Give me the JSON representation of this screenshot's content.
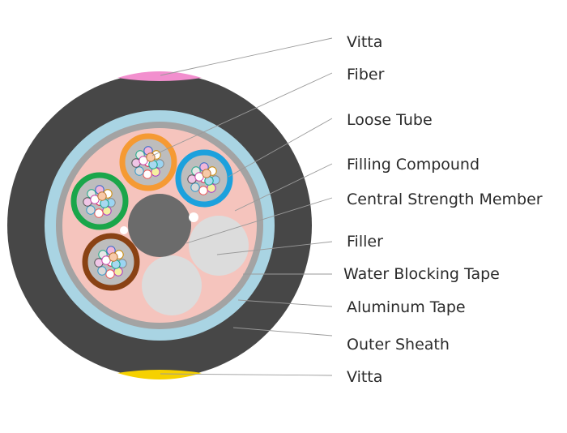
{
  "labels": {
    "vitta_top": "Vitta",
    "fiber": "Fiber",
    "loose_tube": "Loose Tube",
    "filling_compound": "Filling Compound",
    "central_strength_member": "Central Strength Member",
    "filler": "Filler",
    "water_blocking_tape": "Water Blocking Tape",
    "aluminum_tape": "Aluminum Tape",
    "outer_sheath": "Outer Sheath",
    "vitta_bottom": "Vitta"
  },
  "colors": {
    "outer_sheath": "#474747",
    "water_blocking_tape": "#a9d4e3",
    "aluminum_tape": "#a3a3a3",
    "filling_compound": "#f5c4bd",
    "central_strength_member": "#6b6b6b",
    "filler": "#dcdcdc",
    "tube_inner": "#bdbdbd",
    "vitta_top": "#f28fce",
    "vitta_bottom": "#f6d100",
    "tube_orange": "#f59a33",
    "tube_blue": "#1ca1dd",
    "tube_green": "#1aa64a",
    "tube_brown": "#8a4214"
  },
  "fiber_colors": [
    "#ffffff",
    "#e8e8e8",
    "#f2b6d8",
    "#ffffff",
    "#9bd4f2",
    "#f5f0a0",
    "#ffffff",
    "#d9d9d9",
    "#f0c6e6",
    "#ffffff",
    "#a8d8f0",
    "#f7c9a8"
  ]
}
